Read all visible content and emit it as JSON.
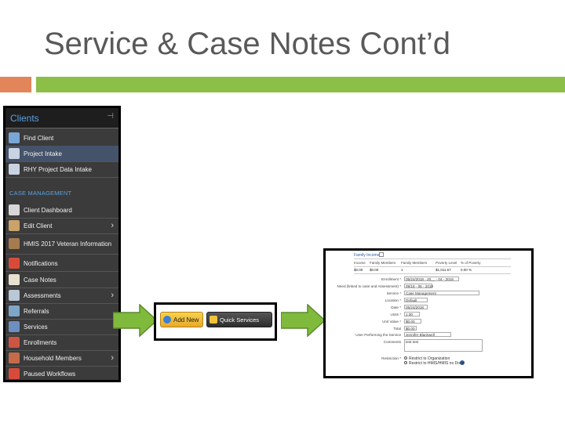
{
  "slide": {
    "title": "Service & Case Notes Cont’d",
    "colors": {
      "title": "#595959",
      "accent_orange": "#e2855a",
      "accent_green": "#8bbf48",
      "arrow_fill": "#7fba3c"
    }
  },
  "menu": {
    "header": "Clients",
    "pin_icon": "pin-icon",
    "section_case_management": "CASE MANAGEMENT",
    "items": [
      {
        "label": "Find Client",
        "icon": "search-icon",
        "chevron": false,
        "selected": false
      },
      {
        "label": "Project Intake",
        "icon": "intake-icon",
        "chevron": false,
        "selected": true
      },
      {
        "label": "RHY Project Data Intake",
        "icon": "intake-icon",
        "chevron": false,
        "selected": false
      },
      {
        "label": "Client Dashboard",
        "icon": "dashboard-icon",
        "chevron": false,
        "selected": false
      },
      {
        "label": "Edit Client",
        "icon": "edit-client-icon",
        "chevron": true,
        "selected": false
      },
      {
        "label": "HMIS 2017 Veteran Information",
        "icon": "veteran-icon",
        "chevron": false,
        "selected": false
      },
      {
        "label": "Notifications",
        "icon": "notifications-icon",
        "chevron": false,
        "selected": false
      },
      {
        "label": "Case Notes",
        "icon": "case-notes-icon",
        "chevron": false,
        "selected": false
      },
      {
        "label": "Assessments",
        "icon": "assessments-icon",
        "chevron": true,
        "selected": false
      },
      {
        "label": "Referrals",
        "icon": "referrals-icon",
        "chevron": false,
        "selected": false
      },
      {
        "label": "Services",
        "icon": "services-icon",
        "chevron": false,
        "selected": false
      },
      {
        "label": "Enrollments",
        "icon": "enrollments-icon",
        "chevron": false,
        "selected": false
      },
      {
        "label": "Household Members",
        "icon": "household-icon",
        "chevron": true,
        "selected": false
      },
      {
        "label": "Paused Workflows",
        "icon": "paused-icon",
        "chevron": false,
        "selected": false
      }
    ]
  },
  "buttons": {
    "add_new": "Add New",
    "quick_services": "Quick Services"
  },
  "form": {
    "family_income_label": "Family Income",
    "income_table": {
      "headers": [
        "Income",
        "Family Members",
        "Family Members",
        "Poverty Level",
        "% of Poverty"
      ],
      "row": [
        "$0.00",
        "$0.00",
        "1",
        "$1,011.67",
        "0.00 %"
      ]
    },
    "fields": [
      {
        "label": "Enrollment *",
        "value": "05/24/2018 - 20__ - 04 - 2018"
      },
      {
        "label": "Need (linked to case and Assessment) *",
        "value": "09/18 - 05 - 2018"
      },
      {
        "label": "Service *",
        "value": "Case Management"
      },
      {
        "label": "Location *",
        "value": "Default"
      },
      {
        "label": "Date *",
        "value": "05/24/2018"
      },
      {
        "label": "Units *",
        "value": "1.00"
      },
      {
        "label": "Unit Value *",
        "value": "$0.00"
      },
      {
        "label": "Total",
        "value": "$0.00"
      },
      {
        "label": "User Performing the Service",
        "value": "Jennifer Blackwell"
      },
      {
        "label": "Comments",
        "value": "test test"
      }
    ],
    "restriction_label": "Restriction *",
    "restriction_options": [
      "Restrict to Organization",
      "Restrict to HMIS/HMIS no Docs"
    ]
  }
}
